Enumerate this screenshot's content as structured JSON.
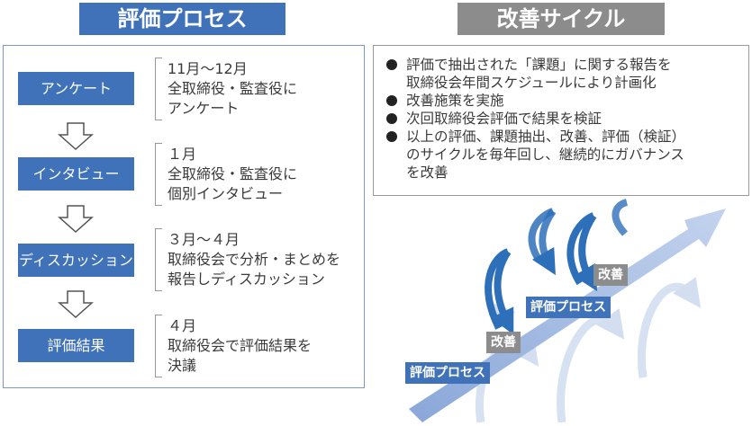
{
  "headers": {
    "left": "評価プロセス",
    "right": "改善サイクル"
  },
  "steps": [
    {
      "label": "アンケート",
      "lines": [
        "11月〜12月",
        "全取締役・監査役に",
        "アンケート"
      ]
    },
    {
      "label": "インタビュー",
      "lines": [
        "１月",
        "全取締役・監査役に",
        "個別インタビュー"
      ]
    },
    {
      "label": "ディスカッション",
      "lines": [
        "３月〜４月",
        "取締役会で分析・まとめを",
        "報告しディスカッション"
      ]
    },
    {
      "label": "評価結果",
      "lines": [
        "４月",
        "取締役会で評価結果を",
        "決議"
      ]
    }
  ],
  "bullets": [
    [
      "評価で抽出された「課題」に関する報告を",
      "取締役会年間スケジュールにより計画化"
    ],
    [
      "改善施策を実施"
    ],
    [
      "次回取締役会評価で結果を検証"
    ],
    [
      "以上の評価、課題抽出、改善、評価（検証）",
      "のサイクルを毎年回し、継続的にガバナンス",
      "を改善"
    ]
  ],
  "cycle_labels": {
    "process_1": "評価プロセス",
    "improve_1": "改善",
    "process_2": "評価プロセス",
    "improve_2": "改善"
  },
  "colors": {
    "blue": "#3f72b9",
    "gray": "#8c8c8c",
    "arrow": "#a9bde3",
    "spiral": "#2e6fba"
  }
}
